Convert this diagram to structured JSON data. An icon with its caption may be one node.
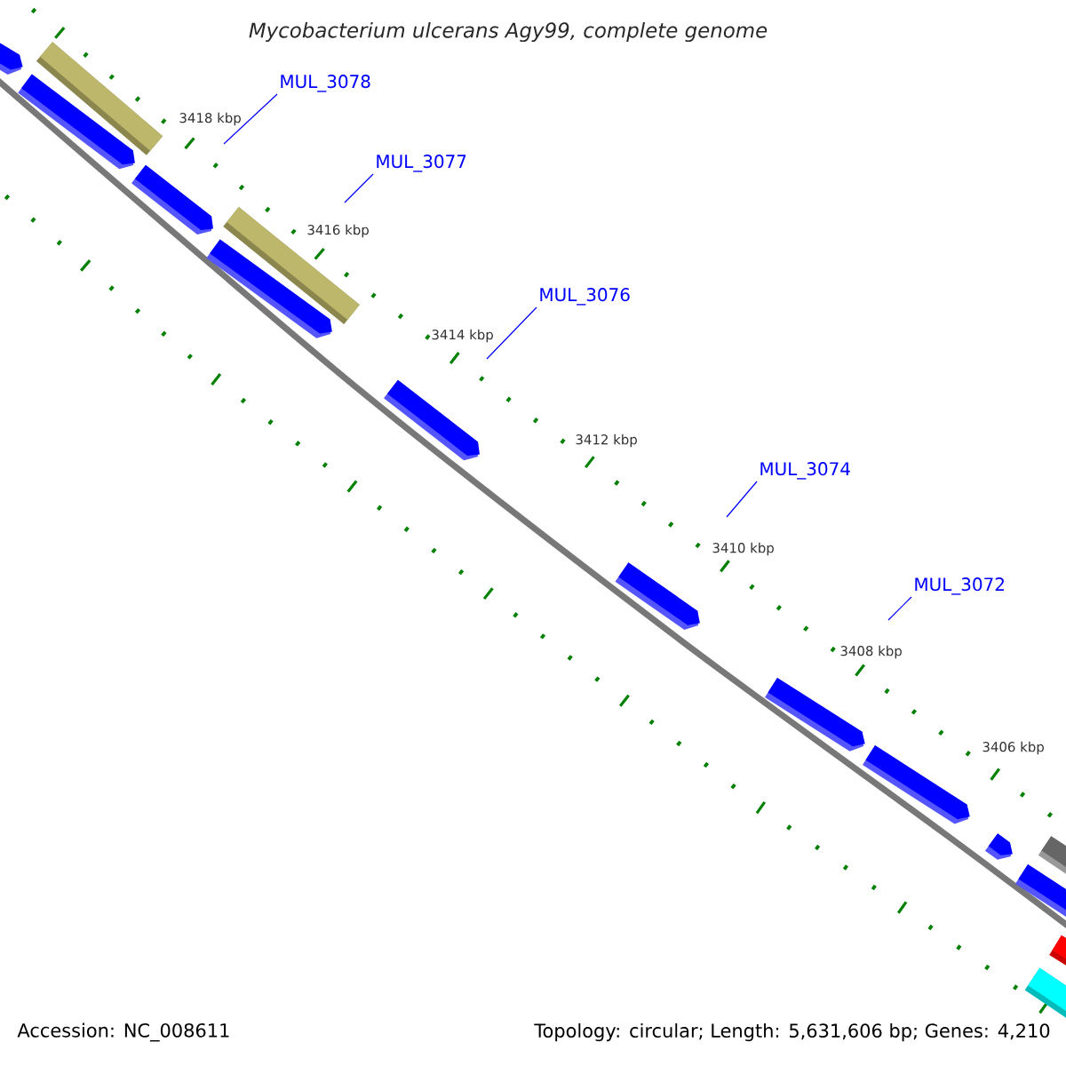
{
  "diagram": {
    "title": "Mycobacterium ulcerans Agy99, complete genome",
    "nodes": [
      {
        "text": [
          "MUL_3078"
        ]
      },
      {
        "text": [
          "MUL_3077"
        ]
      },
      {
        "text": [
          "MUL_3076"
        ]
      },
      {
        "text": [
          "MUL_3074"
        ]
      },
      {
        "text": [
          "MUL_3072"
        ]
      }
    ],
    "edges": [
      {
        "from": 0,
        "to": null,
        "arrow": "none"
      },
      {
        "from": 1,
        "to": null,
        "arrow": "none"
      },
      {
        "from": 2,
        "to": null,
        "arrow": "none"
      },
      {
        "from": 3,
        "to": null,
        "arrow": "none"
      },
      {
        "from": 4,
        "to": null,
        "arrow": "none"
      }
    ],
    "labels": [
      "3418 kbp",
      "3416 kbp",
      "3414 kbp",
      "3412 kbp",
      "3410 kbp",
      "3408 kbp",
      "3406 kbp",
      "Accession: NC_008611",
      "Topology: circular; Length: 5,631,606 bp; Genes: 4,210"
    ]
  }
}
